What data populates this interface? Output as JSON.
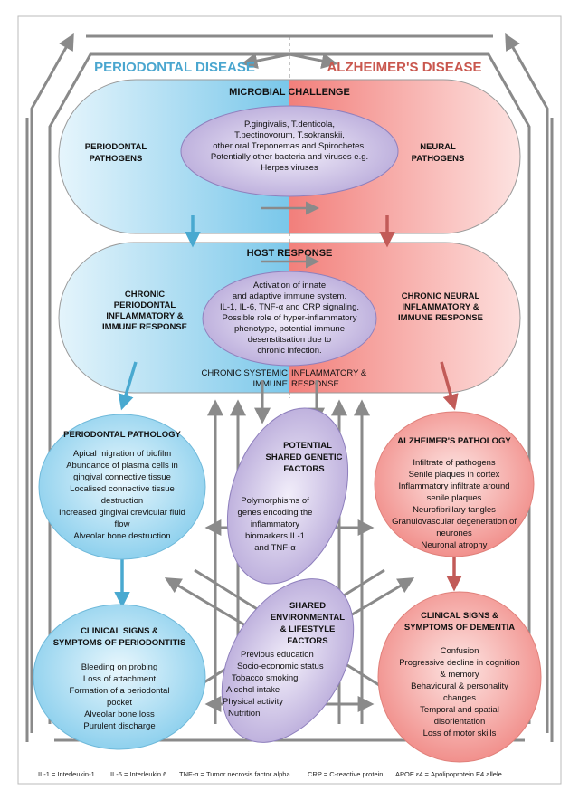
{
  "titles": {
    "periodontal": "PERIODONTAL DISEASE",
    "alzheimers": "ALZHEIMER'S DISEASE"
  },
  "microbial": {
    "header": "MICROBIAL CHALLENGE",
    "left": [
      "PERIODONTAL",
      "PATHOGENS"
    ],
    "right": [
      "NEURAL",
      "PATHOGENS"
    ],
    "center": [
      "P.gingivalis, T.denticola,",
      "T.pectinovorum, T.sokranskii,",
      "other oral Treponemas and Spirochetes.",
      "Potentially other bacteria and viruses e.g.",
      "Herpes viruses"
    ]
  },
  "host": {
    "header": "HOST RESPONSE",
    "left": [
      "CHRONIC",
      "PERIODONTAL",
      "INFLAMMATORY &",
      "IMMUNE RESPONSE"
    ],
    "right": [
      "CHRONIC NEURAL",
      "INFLAMMATORY &",
      "IMMUNE RESPONSE"
    ],
    "center": [
      "Activation of innate",
      "and adaptive immune system.",
      "IL-1, IL-6, TNF-α and CRP signaling.",
      "Possible role of hyper-inflammatory",
      "phenotype, potential immune",
      "desenstitsation due to",
      "chronic infection."
    ],
    "systemic_left": [
      "CHRONIC SYSTEMIC",
      "IMMUNE"
    ],
    "systemic_right": [
      "INFLAMMATORY &",
      "RESPONSE"
    ]
  },
  "perio_pathology": {
    "header": "PERIODONTAL PATHOLOGY",
    "lines": [
      "Apical migration of biofilm",
      "Abundance of plasma cells in",
      "gingival connective tissue",
      "Localised connective tissue",
      "destruction",
      "Increased gingival crevicular fluid",
      "flow",
      "Alveolar bone destruction"
    ]
  },
  "genetic": {
    "header": [
      "POTENTIAL",
      "SHARED GENETIC",
      "FACTORS"
    ],
    "lines": [
      "Polymorphisms of",
      "genes encoding the",
      "inflammatory",
      "biomarkers IL-1",
      "and TNF-α"
    ]
  },
  "alz_pathology": {
    "header": "ALZHEIMER'S PATHOLOGY",
    "lines": [
      "Infiltrate of pathogens",
      "Senile plaques in cortex",
      "Inflammatory infiltrate around",
      "senile plaques",
      "Neurofibrillary  tangles",
      "Granulovascular degeneration of",
      "neurones",
      "Neuronal atrophy"
    ]
  },
  "perio_clinical": {
    "header": [
      "CLINICAL SIGNS &",
      "SYMPTOMS OF PERIODONTITIS"
    ],
    "lines": [
      "Bleeding on probing",
      "Loss of attachment",
      "Formation of a periodontal",
      "pocket",
      "Alveolar bone loss",
      "Purulent discharge"
    ]
  },
  "environmental": {
    "header": [
      "SHARED",
      "ENVIRONMENTAL",
      "& LIFESTYLE",
      "FACTORS"
    ],
    "lines": [
      "Previous education",
      "Socio-economic status",
      "Tobacco smoking",
      "Alcohol intake",
      "Physical activity",
      "Nutrition"
    ]
  },
  "dementia": {
    "header": [
      "CLINICAL SIGNS &",
      "SYMPTOMS OF DEMENTIA"
    ],
    "lines": [
      "Confusion",
      "Progressive decline in cognition",
      "& memory",
      "Behavioural & personality",
      "changes",
      "Temporal and spatial",
      "disorientation",
      "Loss of motor skills"
    ]
  },
  "footnote": {
    "il1": "IL-1 = Interleukin-1",
    "il6": "IL-6 = Interleukin 6",
    "tnf": "TNF-α = Tumor necrosis factor alpha",
    "crp": "CRP = C-reactive protein",
    "apoe": "APOE ε4 = Apolipoprotein E4 allele"
  },
  "colors": {
    "blue_title": "#4aa6cf",
    "red_title": "#c9574e",
    "blue_fill": "#8dd0ee",
    "red_fill": "#f08a86",
    "purple_fill": "#c3b6e0",
    "arrow_gray": "#8a8a8a",
    "arrow_blue": "#49a9d0",
    "arrow_red": "#c25b58"
  }
}
